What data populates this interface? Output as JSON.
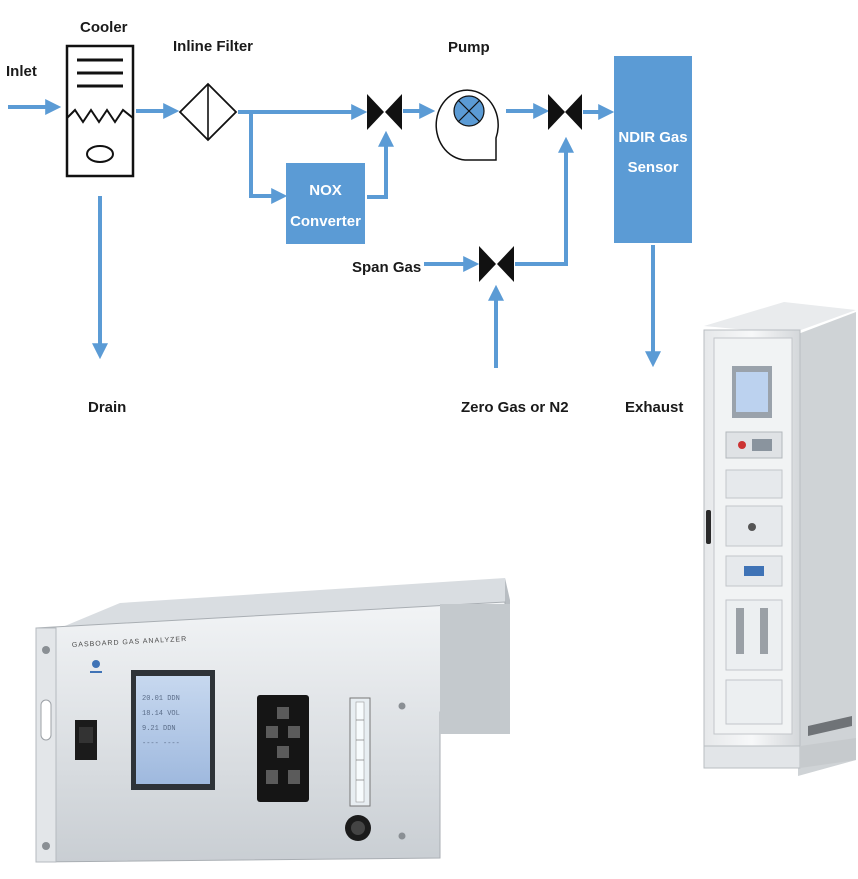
{
  "diagram": {
    "labels": {
      "inlet": "Inlet",
      "cooler": "Cooler",
      "inline_filter": "Inline Filter",
      "pump": "Pump",
      "nox_converter_line1": "NOX",
      "nox_converter_line2": "Converter",
      "ndir_sensor_line1": "NDIR Gas",
      "ndir_sensor_line2": "Sensor",
      "span_gas": "Span Gas",
      "drain": "Drain",
      "zero_gas": "Zero Gas or N2",
      "exhaust": "Exhaust"
    },
    "colors": {
      "flow": "#5b9bd5",
      "box_fill": "#5b9bd5",
      "valve": "#111111"
    }
  },
  "analyzer": {
    "panel_label": "GASBOARD GAS ANALYZER",
    "icons": [
      "power-switch-icon",
      "keypad-icon",
      "flowmeter-icon",
      "needle-valve-knob-icon"
    ]
  },
  "cabinet": {
    "icons": [
      "touchscreen-icon",
      "cabinet-door-handle-icon"
    ]
  }
}
